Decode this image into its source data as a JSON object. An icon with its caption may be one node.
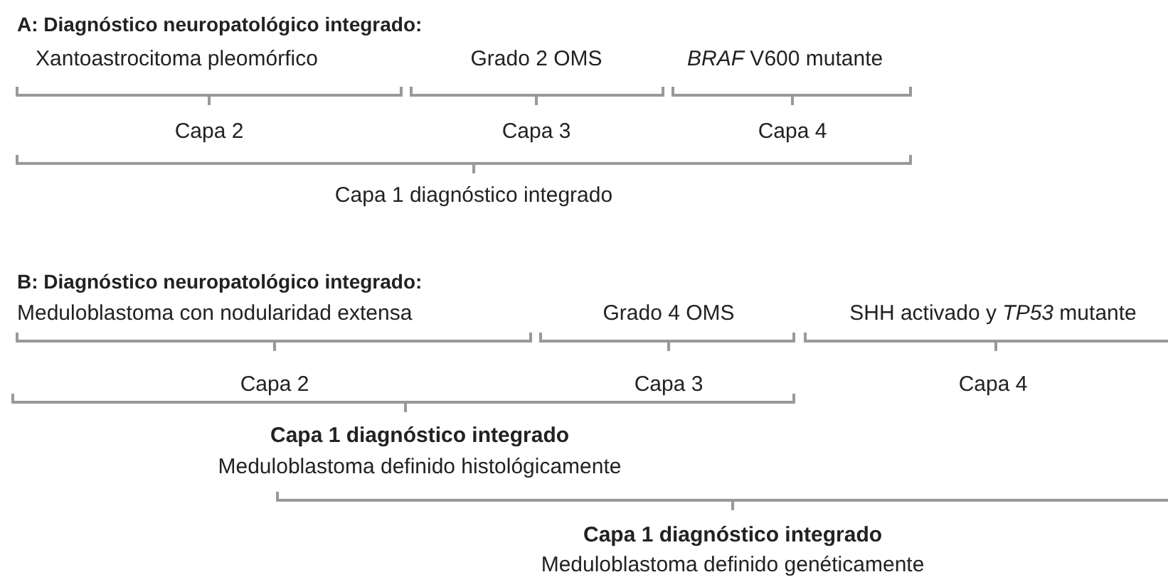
{
  "diagram": {
    "labels": [
      "A: Diagnóstico neuropatológico integrado:",
      "Xantoastrocitoma pleomórfico",
      "Grado 2 OMS",
      "*BRAF* V600 mutante",
      "Capa 2",
      "Capa 3",
      "Capa 4",
      "Capa 1 diagnóstico integrado",
      "B: Diagnóstico neuropatológico integrado:",
      "Meduloblastoma con nodularidad extensa",
      "Grado 4 OMS",
      "SHH activado y *TP53* mutante",
      "Capa 2",
      "Capa 3",
      "Capa 4",
      "Capa 1 diagnóstico integrado",
      "Meduloblastoma definido histológicamente",
      "Capa 1 diagnóstico integrado",
      "Meduloblastoma definido genéticamente"
    ]
  }
}
